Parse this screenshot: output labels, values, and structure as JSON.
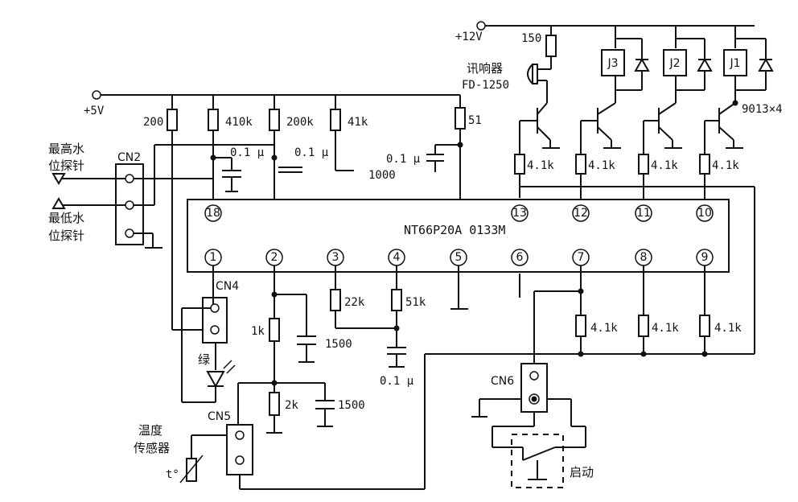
{
  "supplies": {
    "v12": "+12V",
    "v5": "+5V"
  },
  "ic": {
    "label": "NT66P20A 0133M"
  },
  "pins": {
    "p1": "1",
    "p2": "2",
    "p3": "3",
    "p4": "4",
    "p5": "5",
    "p6": "6",
    "p7": "7",
    "p8": "8",
    "p9": "9",
    "p10": "10",
    "p11": "11",
    "p12": "12",
    "p13": "13",
    "p18": "18"
  },
  "resistors": {
    "r200": "200",
    "r410k": "410k",
    "r200k": "200k",
    "r41k": "41k",
    "r51": "51",
    "r150": "150",
    "rb1": "4.1k",
    "rb2": "4.1k",
    "rb3": "4.1k",
    "rb4": "4.1k",
    "r22k": "22k",
    "r51k": "51k",
    "r1k": "1k",
    "r2k": "2k",
    "rp7": "4.1k",
    "rp8": "4.1k",
    "rp9": "4.1k"
  },
  "capacitors": {
    "c1": "0.1 μ",
    "c2": "0.1 μ",
    "c3": "0.1 μ",
    "c4": "1000",
    "c1500a": "1500",
    "c1500b": "1500",
    "c01": "0.1 μ"
  },
  "relays": {
    "j1": "J1",
    "j2": "J2",
    "j3": "J3"
  },
  "transistor_note": "9013×4",
  "buzzer": {
    "name": "讯响器",
    "model": "FD-1250"
  },
  "connectors": {
    "cn2": "CN2",
    "cn4": "CN4",
    "cn5": "CN5",
    "cn6": "CN6"
  },
  "probes": {
    "high_line1": "最高水",
    "high_line2": "位探针",
    "low_line1": "最低水",
    "low_line2": "位探针"
  },
  "led_label": "绿",
  "temp_sensor": {
    "line1": "温度",
    "line2": "传感器",
    "symbol": "t°"
  },
  "start_label": "启动"
}
